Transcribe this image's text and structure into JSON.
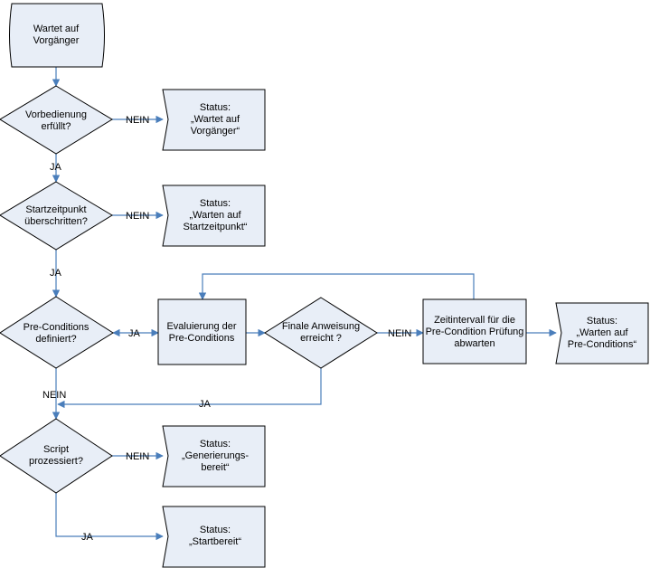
{
  "nodes": {
    "start": [
      "Wartet auf",
      "Vorgänger"
    ],
    "d1": [
      "Vorbedienung",
      "erfüllt?"
    ],
    "s1": [
      "Status:",
      "„Wartet auf",
      "Vorgänger“"
    ],
    "d2": [
      "Startzeitpunkt",
      "überschritten?"
    ],
    "s2": [
      "Status:",
      "„Warten auf",
      "Startzeitpunkt“"
    ],
    "d3": [
      "Pre-Conditions",
      "definiert?"
    ],
    "p1": [
      "Evaluierung der",
      "Pre-Conditions"
    ],
    "d4": [
      "Finale Anweisung",
      "erreicht ?"
    ],
    "p2": [
      "Zeitintervall für die",
      "Pre-Condition Prüfung",
      "abwarten"
    ],
    "s3": [
      "Status:",
      "„Warten auf",
      "Pre-Conditions“"
    ],
    "d5": [
      "Script",
      "prozessiert?"
    ],
    "s4": [
      "Status:",
      "„Generierungs-",
      "bereit“"
    ],
    "s5": [
      "Status:",
      "„Startbereit“"
    ]
  },
  "edges": {
    "nein": "NEIN",
    "ja": "JA"
  },
  "colors": {
    "fill": "#e8eef7",
    "connector": "#4a7ebb"
  }
}
